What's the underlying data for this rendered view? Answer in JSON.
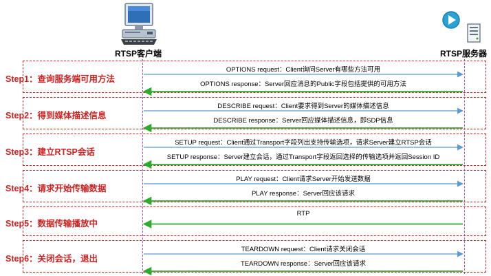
{
  "actors": {
    "client": {
      "label": "RTSP客户端",
      "icon": "desktop-computer-icon"
    },
    "server": {
      "label": "RTSP服务器",
      "icon": "server-icon"
    }
  },
  "colors": {
    "request_arrow": "#5b9bd5",
    "response_arrow": "#2eaa2e",
    "step_border": "#cc2222",
    "step_text": "#cc2222",
    "lifeline": "#b04fb0"
  },
  "steps": [
    {
      "label": "Step1：查询服务端可用方法",
      "messages": [
        {
          "text": "OPTIONS request：Client询问Server有哪些方法可用",
          "direction": "to-server"
        },
        {
          "text": "OPTIONS response：Server回应消息的Public字段包括提供的可用方法",
          "direction": "to-client"
        }
      ]
    },
    {
      "label": "Step2：得到媒体描述信息",
      "messages": [
        {
          "text": "DESCRIBE request：Client要求得到Server的媒体描述信息",
          "direction": "to-server"
        },
        {
          "text": "DESCRIBE  response：Server回应媒体描述信息，即SDP信息",
          "direction": "to-client"
        }
      ]
    },
    {
      "label": "Step3：建立RTSP会话",
      "messages": [
        {
          "text": "SETUP request：Client通过Transport字段列出支持传输选项，请求Server建立RTSP会话",
          "direction": "to-server"
        },
        {
          "text": "SETUP response：Server建立会话，通过Transport字段返回选择的传输选项并返回Session ID",
          "direction": "to-client"
        }
      ]
    },
    {
      "label": "Step4：请求开始传输数据",
      "messages": [
        {
          "text": "PLAY request：Client请求Server开始发送数据",
          "direction": "to-server"
        },
        {
          "text": "PLAY response：Server回应该请求",
          "direction": "to-client"
        }
      ]
    },
    {
      "label": "Step5：数据传输播放中",
      "messages": [
        {
          "text": "RTP",
          "direction": "to-client"
        }
      ]
    },
    {
      "label": "Step6：关闭会话，退出",
      "messages": [
        {
          "text": "TEARDOWN request：Client请求关闭会话",
          "direction": "to-server"
        },
        {
          "text": "TEARDOWN response：Server回应该请求",
          "direction": "to-client"
        }
      ]
    }
  ]
}
